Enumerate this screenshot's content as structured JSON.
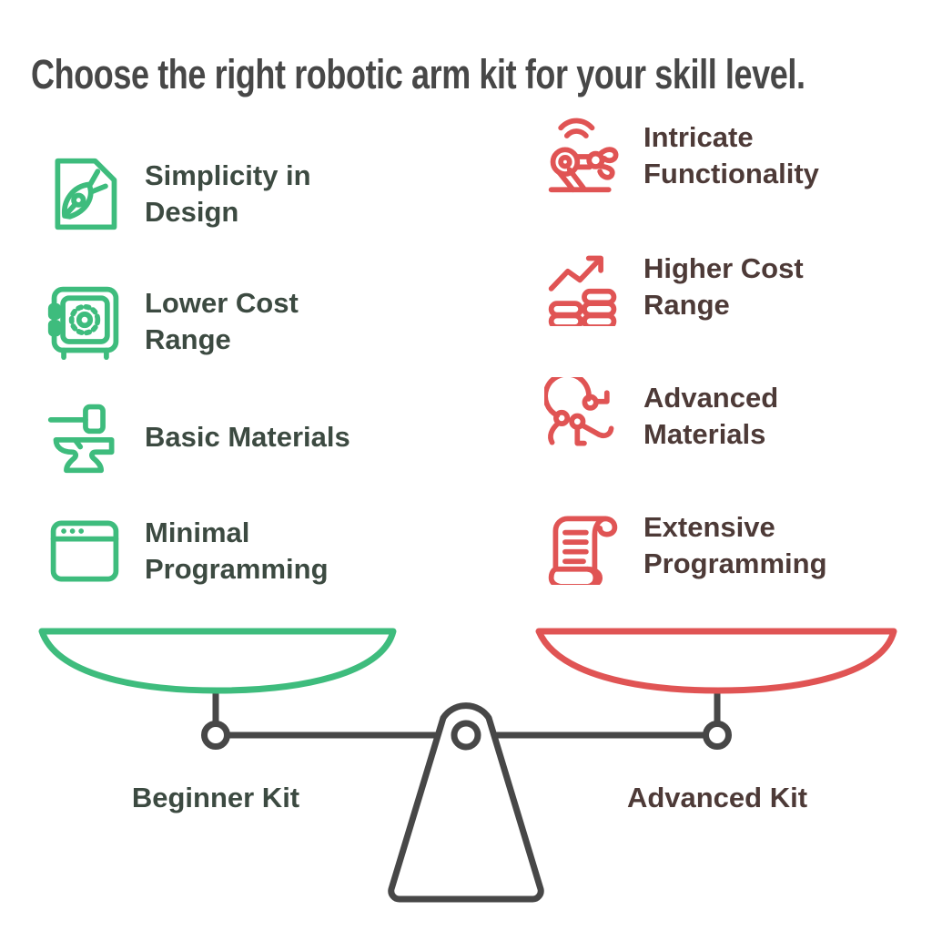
{
  "title": "Choose the right robotic arm kit for your skill level.",
  "colors": {
    "green": "#3ebc7d",
    "red": "#e05454",
    "dark": "#474747",
    "left_text": "#3c4a41",
    "right_text": "#4d3a37"
  },
  "left_column": {
    "theme": "green",
    "items": [
      {
        "icon": "design-document-icon",
        "label": "Simplicity in Design"
      },
      {
        "icon": "safe-vault-icon",
        "label": "Lower Cost Range"
      },
      {
        "icon": "anvil-hammer-icon",
        "label": "Basic Materials"
      },
      {
        "icon": "browser-window-icon",
        "label": "Minimal Programming"
      }
    ],
    "pan_label": "Beginner Kit"
  },
  "right_column": {
    "theme": "red",
    "items": [
      {
        "icon": "robotic-arm-icon",
        "label": "Intricate Functionality"
      },
      {
        "icon": "rising-chart-coins-icon",
        "label": "Higher Cost Range"
      },
      {
        "icon": "molecule-claw-icon",
        "label": "Advanced Materials"
      },
      {
        "icon": "scroll-icon",
        "label": "Extensive Programming"
      }
    ],
    "pan_label": "Advanced Kit"
  },
  "scale": {
    "left_pan_color": "#3ebc7d",
    "right_pan_color": "#e05454",
    "hardware_color": "#474747"
  }
}
